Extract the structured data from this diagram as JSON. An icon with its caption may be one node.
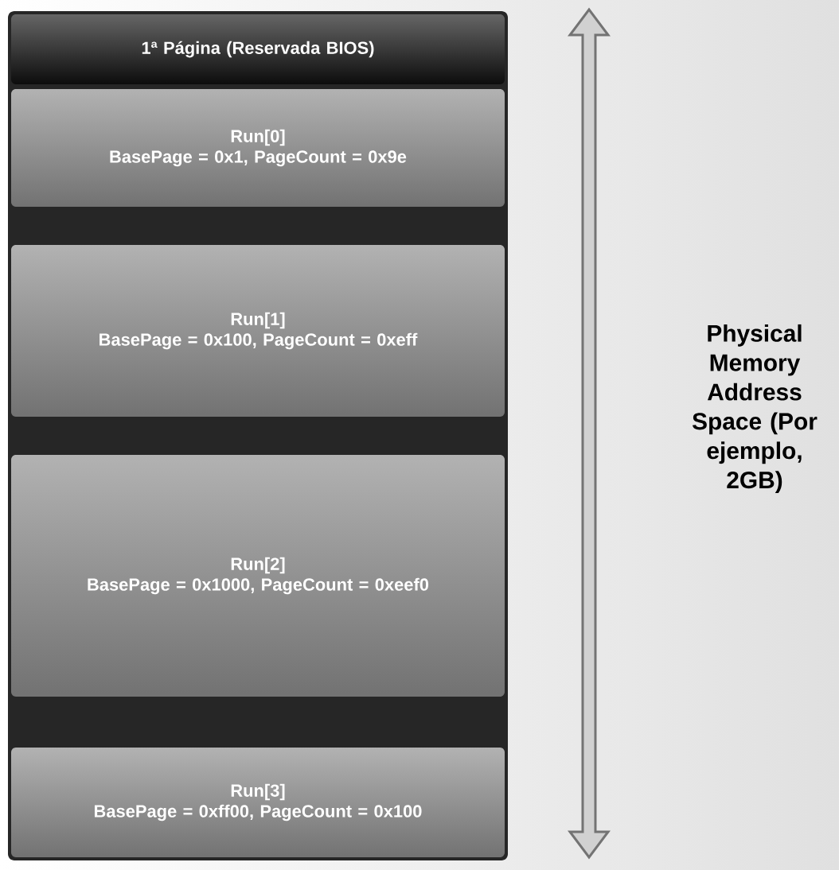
{
  "diagram": {
    "nodes": [
      {
        "text": [
          "1ª Página (Reservada BIOS)"
        ]
      },
      {
        "text": [
          "Run[0]",
          "BasePage = 0x1, PageCount = 0x9e"
        ]
      },
      {
        "text": [
          "Run[1]",
          "BasePage = 0x100, PageCount = 0xeff"
        ]
      },
      {
        "text": [
          "Run[2]",
          "BasePage = 0x1000, PageCount = 0xeef0"
        ]
      },
      {
        "text": [
          "Run[3]",
          "BasePage = 0xff00, PageCount = 0x100"
        ]
      }
    ],
    "labels": [
      "Physical Memory Address Space (Por ejemplo, 2GB)"
    ]
  }
}
